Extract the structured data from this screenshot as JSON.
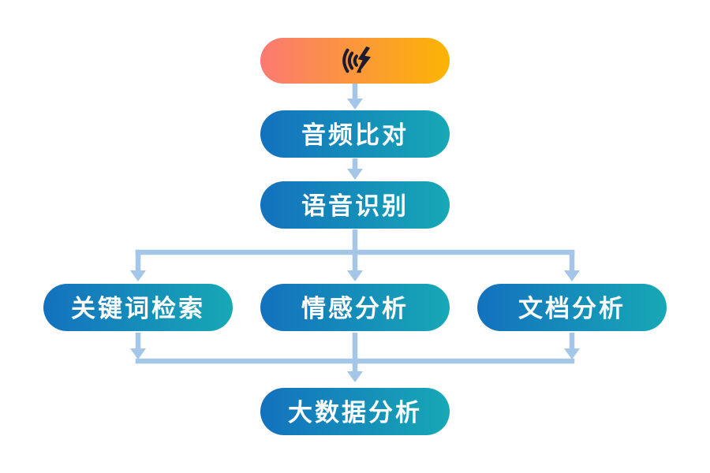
{
  "flowchart": {
    "background": "#ffffff",
    "colors": {
      "background": "#ffffff",
      "node_start": "#1371be",
      "node_end": "#17a8b5",
      "source_start": "#fb7a72",
      "source_end": "#fcb403",
      "connector": "#a3c6e9",
      "icon": "#1c1c30",
      "label": "#ffffff"
    },
    "source": {
      "id": "voice-input",
      "icon": "sound-waves-icon",
      "label": ""
    },
    "nodes": [
      {
        "id": "audio-comparison",
        "label": "音频比对"
      },
      {
        "id": "speech-recognition",
        "label": "语音识别"
      },
      {
        "id": "keyword-retrieval",
        "label": "关键词检索"
      },
      {
        "id": "sentiment-analysis",
        "label": "情感分析"
      },
      {
        "id": "document-analysis",
        "label": "文档分析"
      },
      {
        "id": "big-data-analysis",
        "label": "大数据分析"
      }
    ],
    "edges": [
      {
        "from": "voice-input",
        "to": "audio-comparison"
      },
      {
        "from": "audio-comparison",
        "to": "speech-recognition"
      },
      {
        "from": "speech-recognition",
        "to": "keyword-retrieval"
      },
      {
        "from": "speech-recognition",
        "to": "sentiment-analysis"
      },
      {
        "from": "speech-recognition",
        "to": "document-analysis"
      },
      {
        "from": "keyword-retrieval",
        "to": "big-data-analysis"
      },
      {
        "from": "sentiment-analysis",
        "to": "big-data-analysis"
      },
      {
        "from": "document-analysis",
        "to": "big-data-analysis"
      }
    ]
  }
}
